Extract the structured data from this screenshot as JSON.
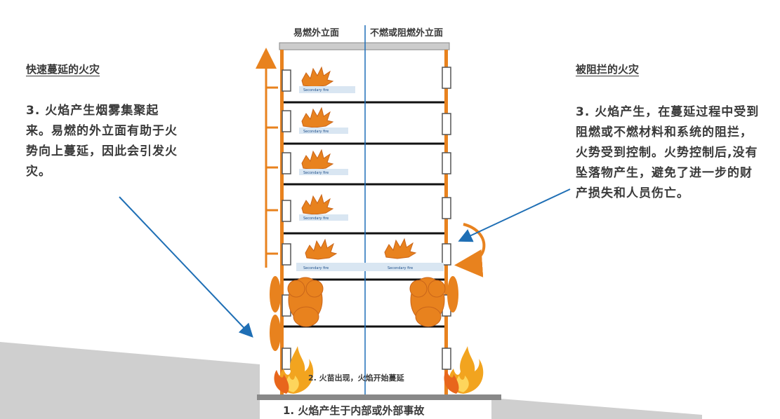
{
  "header": {
    "left_facade": "易燃外立面",
    "right_facade": "不燃或阻燃外立面"
  },
  "left_panel": {
    "heading": "快速蔓延的火灾",
    "description": "3. 火焰产生烟雾集聚起来。易燃的外立面有助于火势向上蔓延，因此会引发火灾。"
  },
  "right_panel": {
    "heading": "被阻拦的火灾",
    "description": "3. 火焰产生，在蔓延过程中受到阻燃或不燃材料和系统的阻拦，火势受到控制。火势控制后,没有坠落物产生，避免了进一步的财产损失和人员伤亡。"
  },
  "captions": {
    "step2": "2. 火苗出现，火焰开始蔓延",
    "step1": "1. 火焰产生于内部或外部事故"
  },
  "secondary_fire_label": "Secondary fire",
  "colors": {
    "facade_orange": "#e8821e",
    "divider_blue": "#1e6fb8",
    "arrow_blue": "#1f6fb5",
    "floor_black": "#111111",
    "ground_grey": "#cfcfcf"
  }
}
